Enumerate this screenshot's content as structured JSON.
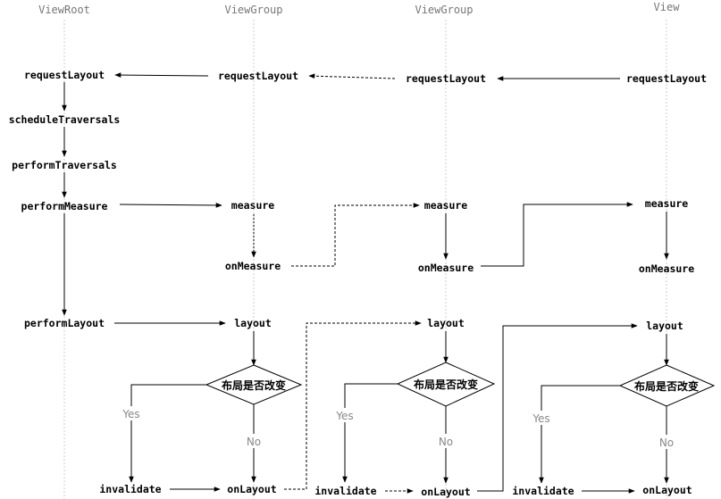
{
  "lanes": {
    "viewroot": "ViewRoot",
    "viewgroup1": "ViewGroup",
    "viewgroup2": "ViewGroup",
    "view": "View"
  },
  "nodes": {
    "vr_request_layout": "requestLayout",
    "vr_schedule_traversals": "scheduleTraversals",
    "vr_perform_traversals": "performTraversals",
    "vr_perform_measure": "performMeasure",
    "vr_perform_layout": "performLayout",
    "vg1_request_layout": "requestLayout",
    "vg1_measure": "measure",
    "vg1_on_measure": "onMeasure",
    "vg1_layout": "layout",
    "vg1_decision": "布局是否改变",
    "vg1_yes": "Yes",
    "vg1_no": "No",
    "vg1_invalidate": "invalidate",
    "vg1_on_layout": "onLayout",
    "vg2_request_layout": "requestLayout",
    "vg2_measure": "measure",
    "vg2_on_measure": "onMeasure",
    "vg2_layout": "layout",
    "vg2_decision": "布局是否改变",
    "vg2_yes": "Yes",
    "vg2_no": "No",
    "vg2_invalidate": "invalidate",
    "vg2_on_layout": "onLayout",
    "v_request_layout": "requestLayout",
    "v_measure": "measure",
    "v_on_measure": "onMeasure",
    "v_layout": "layout",
    "v_decision": "布局是否改变",
    "v_yes": "Yes",
    "v_no": "No",
    "v_invalidate": "invalidate",
    "v_on_layout": "onLayout"
  },
  "colors": {
    "lifeline": "#cccccc",
    "arrow": "#000000",
    "label_muted": "#888888",
    "lane_title": "#777777"
  }
}
